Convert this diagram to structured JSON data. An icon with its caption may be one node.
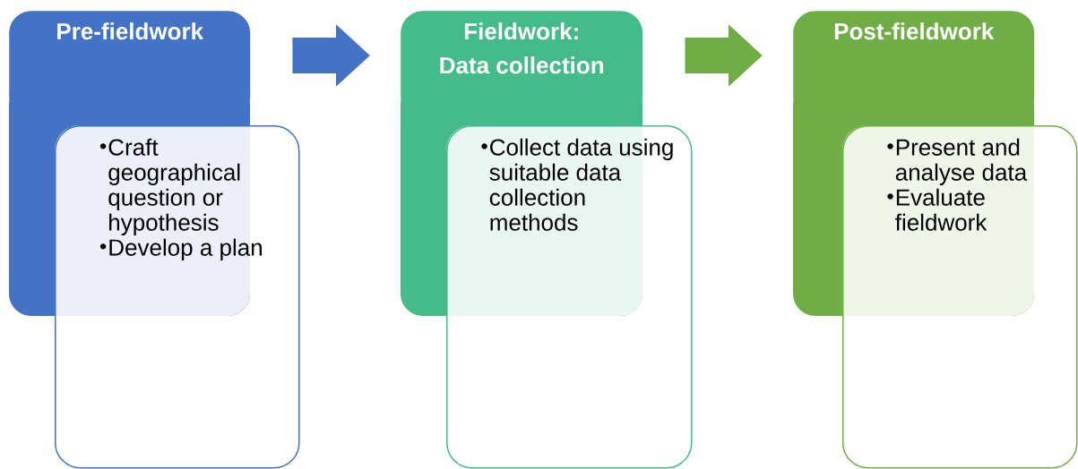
{
  "diagram": {
    "nodes": [
      {
        "text": [
          "Pre-fieldwork"
        ]
      },
      {
        "text": [
          "Craft geographical question or hypothesis",
          "Develop a plan"
        ]
      },
      {
        "text": [
          "Fieldwork: Data collection"
        ]
      },
      {
        "text": [
          "Collect data using suitable data collection methods"
        ]
      },
      {
        "text": [
          "Post-fieldwork"
        ]
      },
      {
        "text": [
          "Present and analyse data",
          "Evaluate fieldwork"
        ]
      }
    ],
    "edges": [
      {
        "from": 0,
        "to": 2,
        "arrow": "to",
        "color": "#4472c4"
      },
      {
        "from": 2,
        "to": 4,
        "arrow": "to",
        "color": "#70ad47"
      }
    ]
  }
}
